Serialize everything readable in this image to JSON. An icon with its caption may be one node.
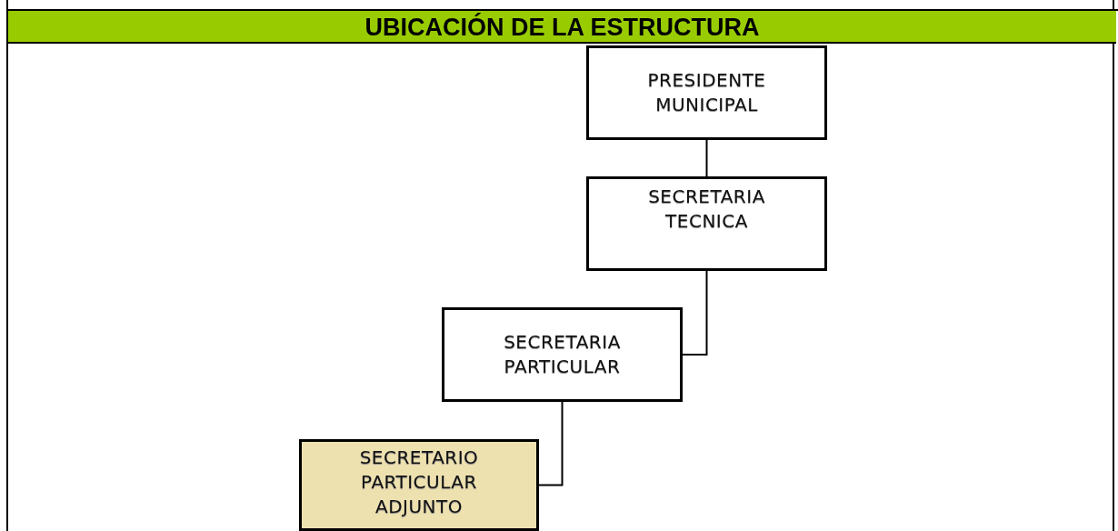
{
  "diagram": {
    "title": "UBICACIÓN DE LA ESTRUCTURA",
    "nodes": [
      {
        "text": [
          "PRESIDENTE MUNICIPAL"
        ]
      },
      {
        "text": [
          "SECRETARIA TECNICA"
        ]
      },
      {
        "text": [
          "SECRETARIA PARTICULAR"
        ]
      },
      {
        "text": [
          "SECRETARIO PARTICULAR ADJUNTO"
        ]
      }
    ],
    "edges": [
      {
        "from": 0,
        "to": 1,
        "arrow": "none"
      },
      {
        "from": 1,
        "to": 2,
        "arrow": "none"
      },
      {
        "from": 2,
        "to": 3,
        "arrow": "none"
      }
    ]
  }
}
